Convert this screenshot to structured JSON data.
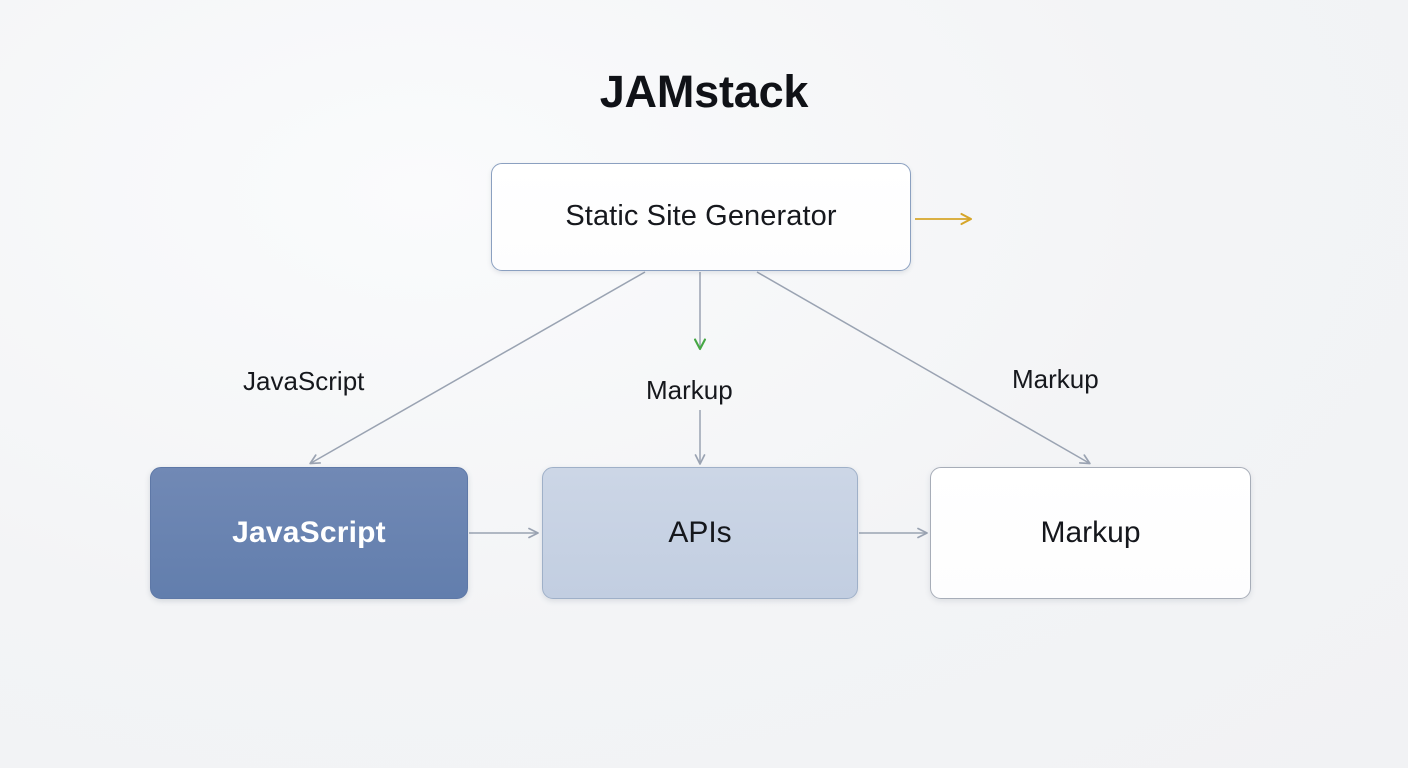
{
  "diagram": {
    "title": "JAMstack",
    "background_color": "#f4f5f7",
    "nodes": [
      {
        "id": "ssg",
        "label": "Static Site Generator",
        "fill": "#ffffff",
        "stroke": "#8ba0c0",
        "text_color": "#16181d"
      },
      {
        "id": "javascript",
        "label": "JavaScript",
        "fill": "#6b84b1",
        "stroke": "#5e78a7",
        "text_color": "#ffffff"
      },
      {
        "id": "apis",
        "label": "APIs",
        "fill": "#c7d2e3",
        "stroke": "#9fb0c8",
        "text_color": "#15171c"
      },
      {
        "id": "markup",
        "label": "Markup",
        "fill": "#ffffff",
        "stroke": "#a7adb8",
        "text_color": "#15171c"
      }
    ],
    "edge_labels": {
      "left": "JavaScript",
      "center": "Markup",
      "right": "Markup"
    },
    "edge_colors": {
      "default": "#9aa3b2",
      "accent_green": "#46a845",
      "accent_amber": "#d6a62a"
    }
  },
  "chart_data": {
    "type": "diagram",
    "title": "JAMstack",
    "nodes": [
      "Static Site Generator",
      "JavaScript",
      "APIs",
      "Markup"
    ],
    "edges": [
      {
        "from": "Static Site Generator",
        "to": "JavaScript",
        "label": "JavaScript",
        "color": "#9aa3b2"
      },
      {
        "from": "Static Site Generator",
        "to": "APIs",
        "label": "Markup",
        "color": "#9aa3b2"
      },
      {
        "from": "Static Site Generator",
        "to": "Markup",
        "label": "Markup",
        "color": "#9aa3b2"
      },
      {
        "from": "Static Site Generator",
        "to": "",
        "label": "",
        "color": "#d6a62a"
      },
      {
        "from": "JavaScript",
        "to": "APIs",
        "label": "",
        "color": "#9aa3b2"
      },
      {
        "from": "APIs",
        "to": "Markup",
        "label": "",
        "color": "#9aa3b2"
      }
    ]
  }
}
